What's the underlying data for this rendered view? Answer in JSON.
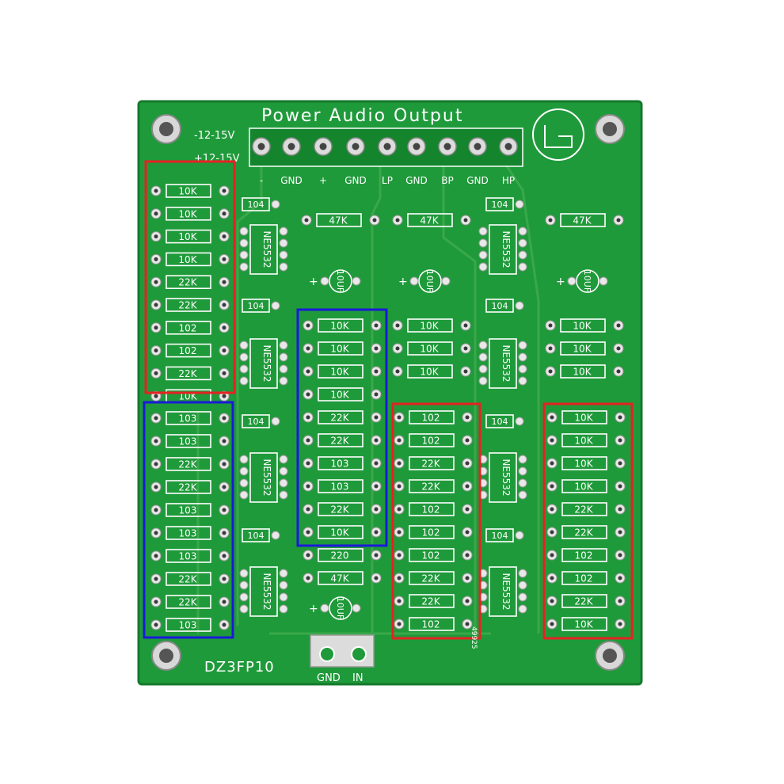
{
  "board": {
    "title": "Power Audio Output",
    "model": "DZ3FP10",
    "date_code": "49925",
    "supply_labels": [
      "-12-15V",
      "+12-15V"
    ],
    "header_labels": [
      "-",
      "GND",
      "+",
      "GND",
      "LP",
      "GND",
      "BP",
      "GND",
      "HP"
    ],
    "input_labels": [
      "GND",
      "IN"
    ],
    "colors": {
      "pcb": "#1f9a3a",
      "pcb_dark": "#158a30",
      "silkscreen": "#ffffff",
      "highlight_red": "#e52222",
      "highlight_blue": "#1a1ad8"
    }
  },
  "columns": {
    "col1_top": [
      "10K",
      "10K",
      "10K",
      "10K",
      "22K",
      "22K",
      "102",
      "102",
      "22K",
      "10K"
    ],
    "col1_bottom": [
      "103",
      "103",
      "22K",
      "22K",
      "103",
      "103",
      "103",
      "22K",
      "22K",
      "103"
    ],
    "col2_center": [
      "10K",
      "10K",
      "10K",
      "10K",
      "22K",
      "22K",
      "103",
      "103",
      "22K",
      "10K",
      "220",
      "47K"
    ],
    "col3_top": [
      "10K",
      "10K",
      "10K"
    ],
    "col3_bottom": [
      "102",
      "102",
      "22K",
      "22K",
      "102",
      "102",
      "102",
      "22K",
      "22K",
      "102"
    ],
    "col4_top": [
      "10K",
      "10K",
      "10K"
    ],
    "col4_bottom": [
      "10K",
      "10K",
      "10K",
      "10K",
      "22K",
      "22K",
      "102",
      "102",
      "22K",
      "10K"
    ],
    "row_47k": [
      "47K",
      "47K",
      "47K"
    ]
  },
  "ics": {
    "label": "NE5532",
    "cap_label": "104",
    "cap_elec_label": "10UF"
  }
}
